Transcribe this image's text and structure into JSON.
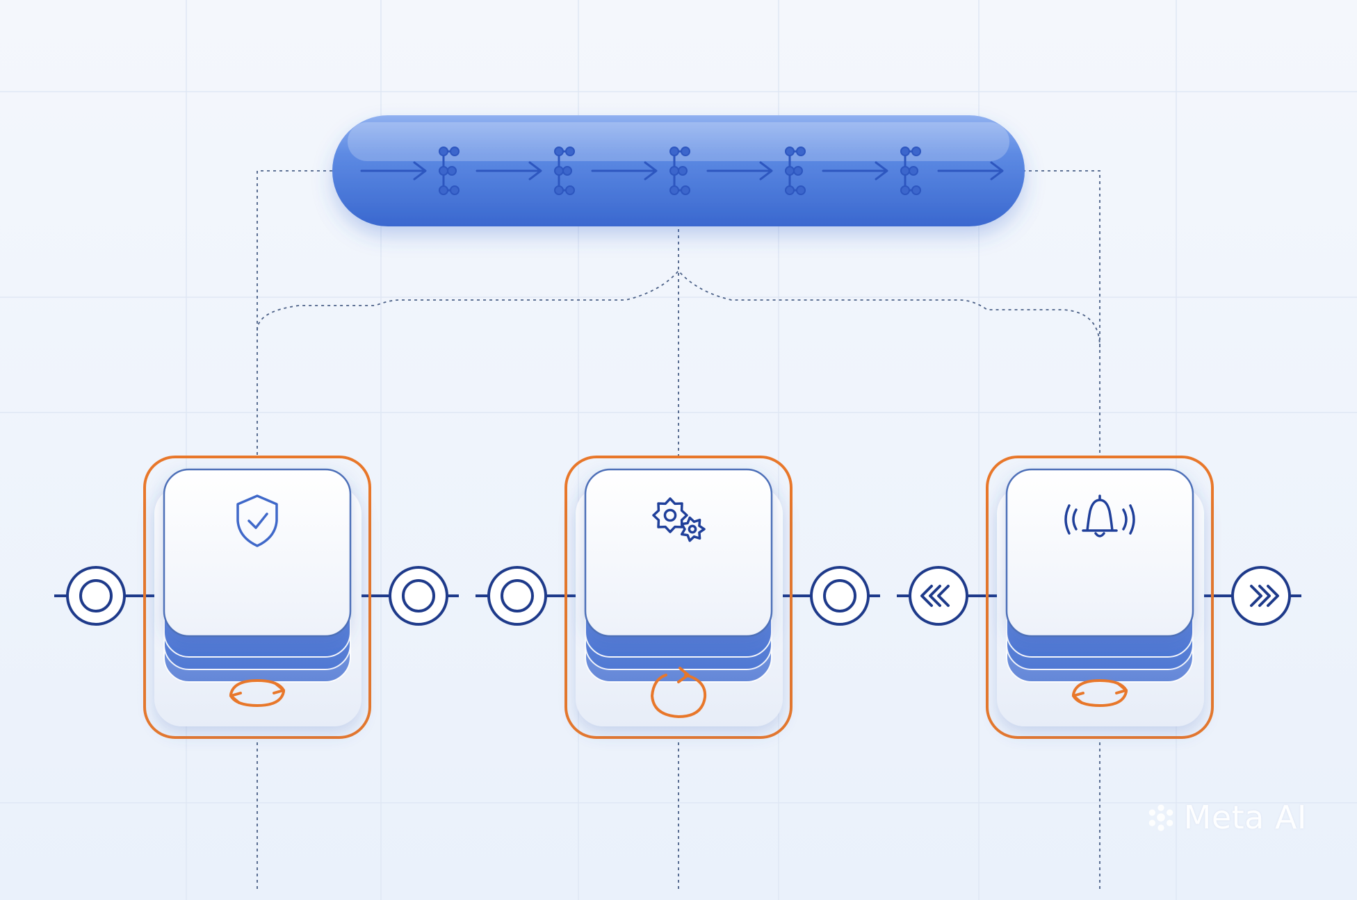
{
  "watermark": {
    "text": "Meta AI",
    "icon": "meta-ai-logo-icon"
  },
  "pipeline": {
    "icons": [
      "arrow-right-icon",
      "molecule-icon",
      "arrow-right-icon",
      "molecule-icon",
      "arrow-right-icon",
      "molecule-icon",
      "arrow-right-icon",
      "molecule-icon",
      "arrow-right-icon",
      "molecule-icon",
      "arrow-right-icon"
    ]
  },
  "stages": [
    {
      "icon": "shield-check-icon",
      "cycle_icon": "cycle-arrows-icon",
      "input_node": "input-ring-node",
      "output_node": "output-ring-node"
    },
    {
      "icon": "gears-icon",
      "cycle_icon": "refresh-icon",
      "input_node": "input-ring-node",
      "output_node": "output-ring-node"
    },
    {
      "icon": "bell-alert-icon",
      "cycle_icon": "cycle-arrows-icon",
      "input_node": "rewind-icon",
      "output_node": "fast-forward-icon"
    }
  ],
  "colors": {
    "pipeline_blue": "#4a7ad8",
    "icon_navy": "#1f3f9a",
    "accent_orange": "#e8772a",
    "line_navy": "#1e3a8a",
    "grid": "#d9e3f3"
  }
}
